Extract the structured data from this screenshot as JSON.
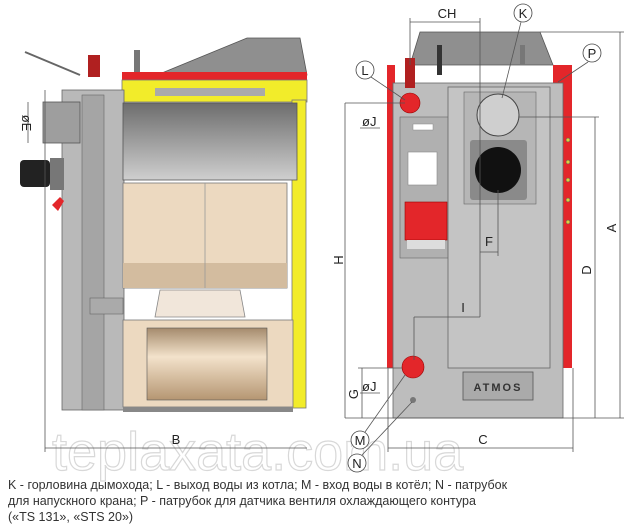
{
  "watermark": "teplaxata.com.ua",
  "side_view": {
    "dimension_labels": {
      "flue_diameter": "øE",
      "depth": "B"
    }
  },
  "front_view": {
    "callouts": {
      "K": "K",
      "L": "L",
      "P": "P",
      "M": "M",
      "N": "N"
    },
    "dimension_labels": {
      "CH": "CH",
      "H": "H",
      "A": "A",
      "D": "D",
      "F": "F",
      "I": "I",
      "G": "G",
      "J_top": "øJ",
      "J_bottom": "øJ",
      "C": "C"
    },
    "brand_plate": "ATMOS"
  },
  "caption": {
    "line1": "K - горловина дымохода; L - выход воды из котла; M - вход воды в котёл; N - патрубок",
    "line2": "для напускного крана; P - патрубок для датчика вентиля охлаждающего контура",
    "line3": "(«TS 131», «STS 20»)"
  },
  "colors": {
    "red": "#e3262a",
    "yellow": "#f2ec2a",
    "gray": "#b9b9b9",
    "beige": "#ecd9c0"
  }
}
